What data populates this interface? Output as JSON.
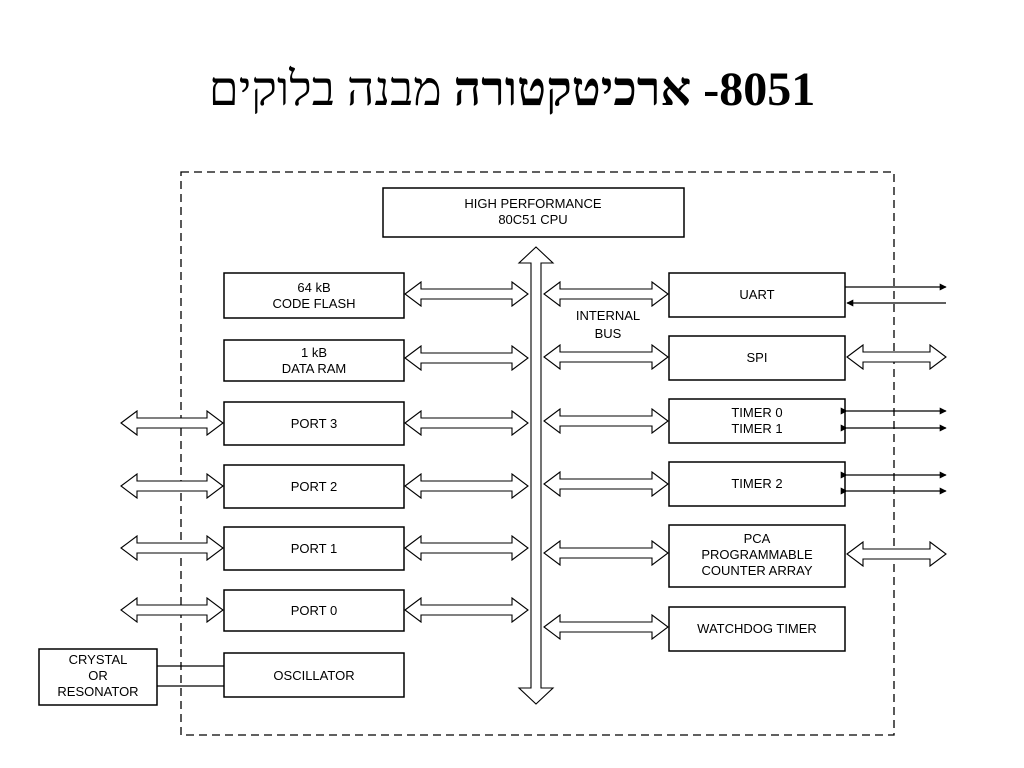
{
  "title": {
    "bold": "8051- ארכיטקטורה",
    "regular": "מבנה בלוקים"
  },
  "blocks": {
    "cpu": [
      "HIGH PERFORMANCE",
      "80C51 CPU"
    ],
    "flash": [
      "64 kB",
      "CODE FLASH"
    ],
    "ram": [
      "1 kB",
      "DATA RAM"
    ],
    "port3": "PORT 3",
    "port2": "PORT 2",
    "port1": "PORT 1",
    "port0": "PORT 0",
    "oscillator": "OSCILLATOR",
    "crystal": [
      "CRYSTAL",
      "OR",
      "RESONATOR"
    ],
    "bus": [
      "INTERNAL",
      "BUS"
    ],
    "uart": "UART",
    "spi": "SPI",
    "timer01": [
      "TIMER 0",
      "TIMER 1"
    ],
    "timer2": "TIMER 2",
    "pca": [
      "PCA",
      "PROGRAMMABLE",
      "COUNTER ARRAY"
    ],
    "watchdog": "WATCHDOG TIMER"
  }
}
